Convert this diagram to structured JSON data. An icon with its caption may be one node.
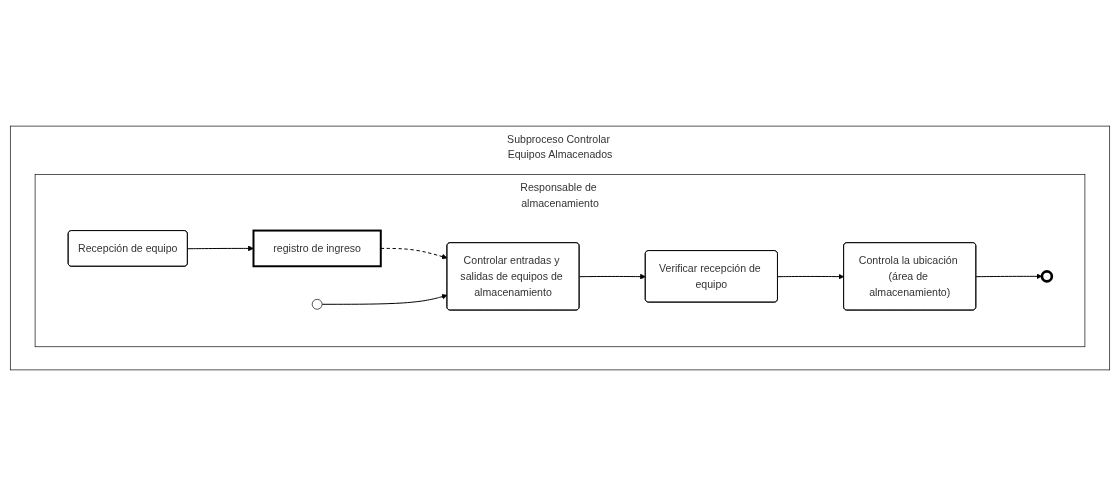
{
  "diagram": {
    "nodes": [
      {
        "text": [
          "Subproceso Controlar Equipos Almacenados"
        ]
      },
      {
        "text": [
          "Responsable de almacenamiento"
        ],
        "in": 0
      },
      {
        "text": [
          "Recepción de equipo"
        ],
        "in": 1
      },
      {
        "text": [
          "registro de ingreso"
        ],
        "in": 1
      },
      {
        "text": [],
        "shape": "circle",
        "in": 1
      },
      {
        "text": [
          "Controlar entradas y salidas de equipos de almacenamiento"
        ],
        "in": 1
      },
      {
        "text": [
          "Verificar recepción de equipo"
        ],
        "in": 1
      },
      {
        "text": [
          "Controla la ubicación (área de almacenamiento)"
        ],
        "in": 1
      },
      {
        "text": [],
        "shape": "circle",
        "in": 1
      }
    ],
    "edges": [
      {
        "from": 2,
        "to": 3,
        "arrow": "to"
      },
      {
        "from": 3,
        "to": 5,
        "arrow": "to",
        "style": "dashed"
      },
      {
        "from": 4,
        "to": 5,
        "arrow": "to"
      },
      {
        "from": 5,
        "to": 6,
        "arrow": "to"
      },
      {
        "from": 6,
        "to": 7,
        "arrow": "to"
      },
      {
        "from": 7,
        "to": 8,
        "arrow": "to"
      }
    ]
  }
}
